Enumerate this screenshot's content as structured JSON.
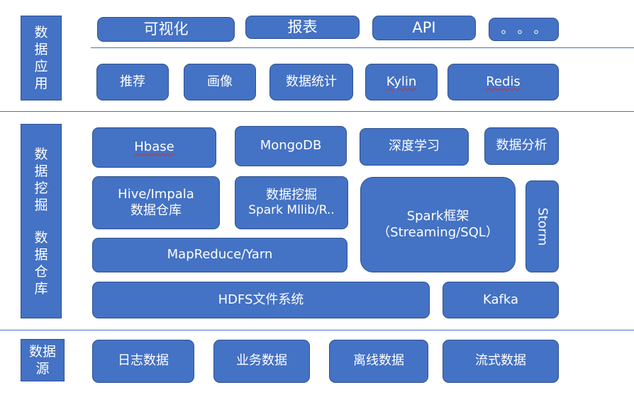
{
  "colors": {
    "box_fill": "#4472c4",
    "box_border": "#2f528f",
    "divider": "#4472c4",
    "text": "#ffffff"
  },
  "layers": {
    "application": {
      "label": "数据应用",
      "top_row": [
        "可视化",
        "报表",
        "API",
        "。。。"
      ],
      "bottom_row": [
        "推荐",
        "画像",
        "数据统计",
        "Kylin",
        "Redis"
      ]
    },
    "mining_warehouse": {
      "label_1": "数据挖掘",
      "label_2": "数据仓库",
      "hbase": "Hbase",
      "mongodb": "MongoDB",
      "deep_learning": "深度学习",
      "data_analysis": "数据分析",
      "hive_line1": "Hive/Impala",
      "hive_line2": "数据仓库",
      "mining_line1": "数据挖掘",
      "mining_line2": "Spark Mllib/R..",
      "spark_line1": "Spark框架",
      "spark_line2": "（Streaming/SQL）",
      "storm": "Storm",
      "mapreduce": "MapReduce/Yarn",
      "hdfs": "HDFS文件系统",
      "kafka": "Kafka"
    },
    "source": {
      "label": "数据源",
      "items": [
        "日志数据",
        "业务数据",
        "离线数据",
        "流式数据"
      ]
    }
  }
}
